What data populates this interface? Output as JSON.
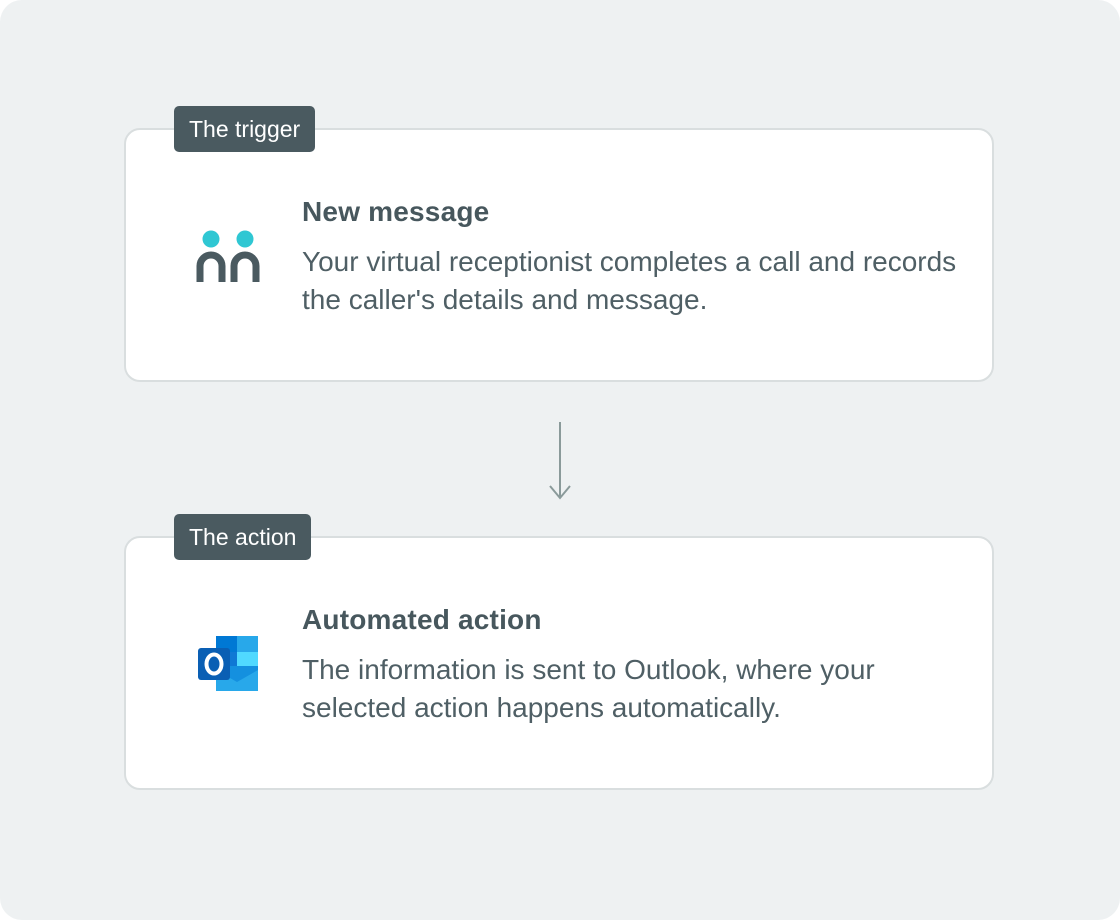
{
  "trigger": {
    "tag": "The trigger",
    "title": "New message",
    "description": "Your virtual receptionist completes a call and records the caller's details and message.",
    "icon": "receptionist-people-icon"
  },
  "action": {
    "tag": "The action",
    "title": "Automated action",
    "description": "The information is sent to Outlook, where your selected action happens automatically.",
    "icon": "outlook-icon"
  },
  "colors": {
    "background": "#eef1f2",
    "card": "#ffffff",
    "tag": "#4a5a60",
    "text": "#4f5f65",
    "accent_teal": "#2fc7d3",
    "outlook_blue": "#0a64c8"
  }
}
